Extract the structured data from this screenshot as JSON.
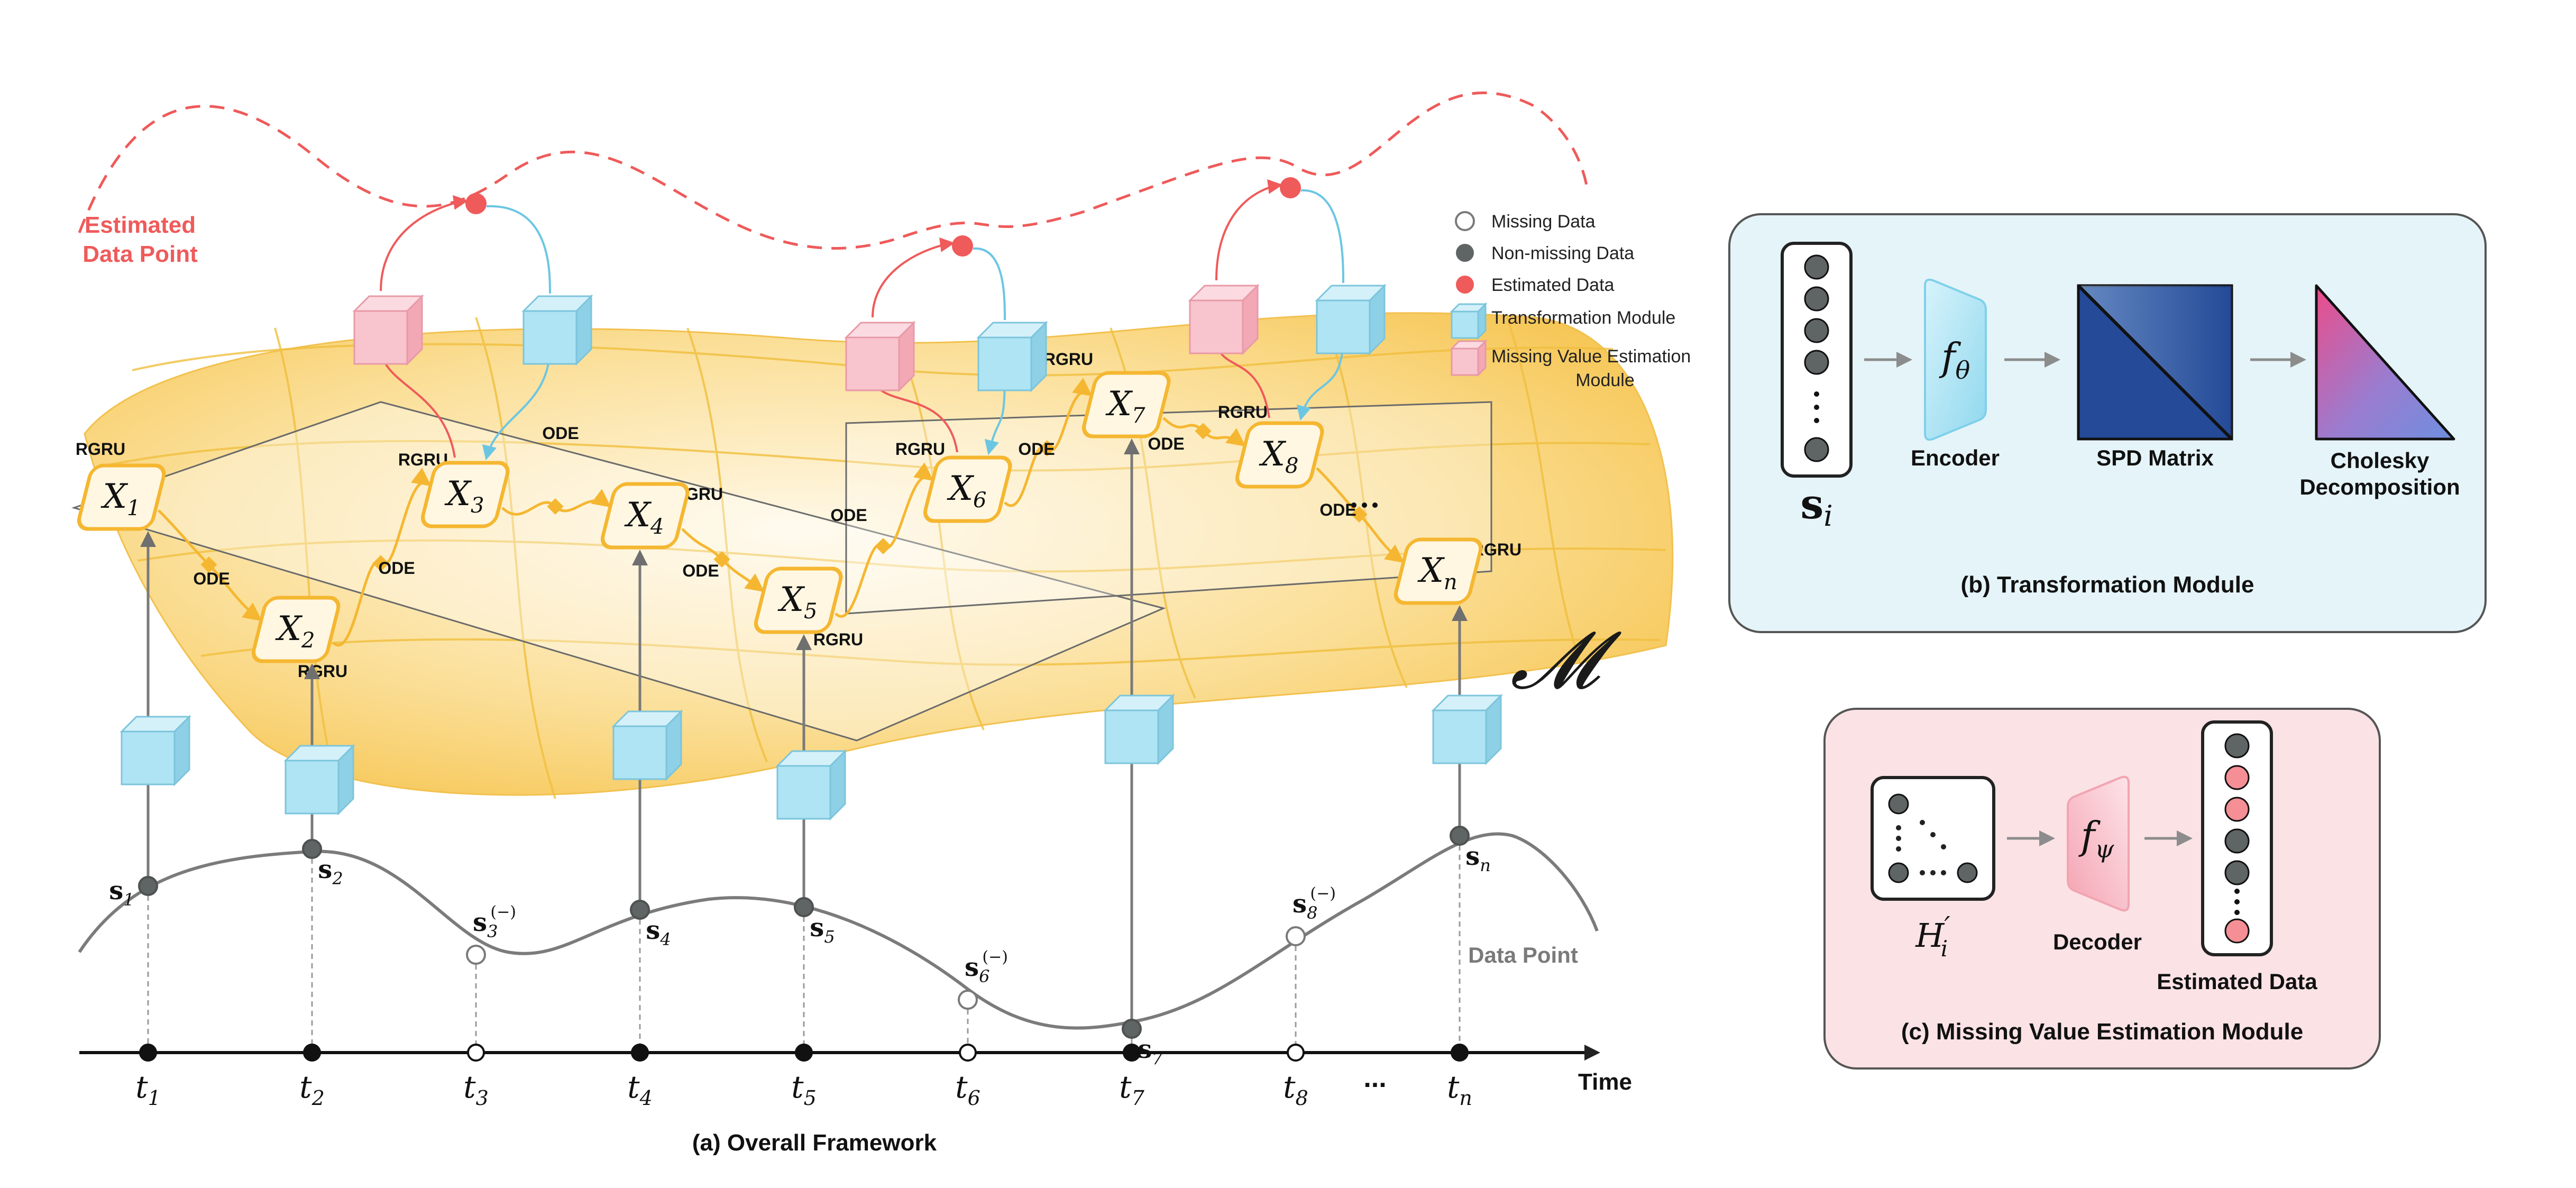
{
  "panel_a": {
    "caption": "(a) Overall Framework",
    "estimated_label_line1": "Estimated",
    "estimated_label_line2": "Data Point",
    "manifold_symbol": "𝓜",
    "data_point_label": "Data Point",
    "time_label": "Time",
    "ellipsis": "...",
    "rgru": "RGRU",
    "ode": "ODE",
    "states": [
      {
        "base": "X",
        "sub": "1"
      },
      {
        "base": "X",
        "sub": "2"
      },
      {
        "base": "X",
        "sub": "3"
      },
      {
        "base": "X",
        "sub": "4"
      },
      {
        "base": "X",
        "sub": "5"
      },
      {
        "base": "X",
        "sub": "6"
      },
      {
        "base": "X",
        "sub": "7"
      },
      {
        "base": "X",
        "sub": "8"
      },
      {
        "base": "X",
        "sub": "n"
      }
    ],
    "samples": [
      {
        "base": "s",
        "sub": "1",
        "sup": "",
        "missing": false
      },
      {
        "base": "s",
        "sub": "2",
        "sup": "",
        "missing": false
      },
      {
        "base": "s",
        "sub": "3",
        "sup": "(−)",
        "missing": true
      },
      {
        "base": "s",
        "sub": "4",
        "sup": "",
        "missing": false
      },
      {
        "base": "s",
        "sub": "5",
        "sup": "",
        "missing": false
      },
      {
        "base": "s",
        "sub": "6",
        "sup": "(−)",
        "missing": true
      },
      {
        "base": "s",
        "sub": "7",
        "sup": "",
        "missing": false
      },
      {
        "base": "s",
        "sub": "8",
        "sup": "(−)",
        "missing": true
      },
      {
        "base": "s",
        "sub": "n",
        "sup": "",
        "missing": false
      }
    ],
    "times": [
      {
        "base": "t",
        "sub": "1"
      },
      {
        "base": "t",
        "sub": "2"
      },
      {
        "base": "t",
        "sub": "3"
      },
      {
        "base": "t",
        "sub": "4"
      },
      {
        "base": "t",
        "sub": "5"
      },
      {
        "base": "t",
        "sub": "6"
      },
      {
        "base": "t",
        "sub": "7"
      },
      {
        "base": "t",
        "sub": "8"
      },
      {
        "base": "t",
        "sub": "n"
      }
    ]
  },
  "legend": {
    "missing": "Missing Data",
    "non_missing": "Non-missing Data",
    "estimated": "Estimated Data",
    "transformation": "Transformation Module",
    "missing_est_line1": "Missing Value Estimation",
    "missing_est_line2": "Module"
  },
  "panel_b": {
    "caption": "(b) Transformation Module",
    "input_base": "s",
    "input_sub": "i",
    "func_base": "f",
    "func_sub": "θ",
    "encoder": "Encoder",
    "spd": "SPD Matrix",
    "cholesky_line1": "Cholesky",
    "cholesky_line2": "Decomposition"
  },
  "panel_c": {
    "caption": "(c) Missing Value Estimation Module",
    "hidden_base": "H",
    "hidden_sub": "i",
    "hidden_prime": "′",
    "func_base": "f",
    "func_sub": "ψ",
    "decoder": "Decoder",
    "estimated": "Estimated Data"
  },
  "colors": {
    "orange": "#f5b731",
    "red": "#ef5a5a",
    "blue_cube": "#aee4f3",
    "pink_cube": "#f8c4cd",
    "gray_dot": "#5f6564",
    "panel_b_bg": "#e5f4f9",
    "panel_c_bg": "#fbe2e5"
  }
}
